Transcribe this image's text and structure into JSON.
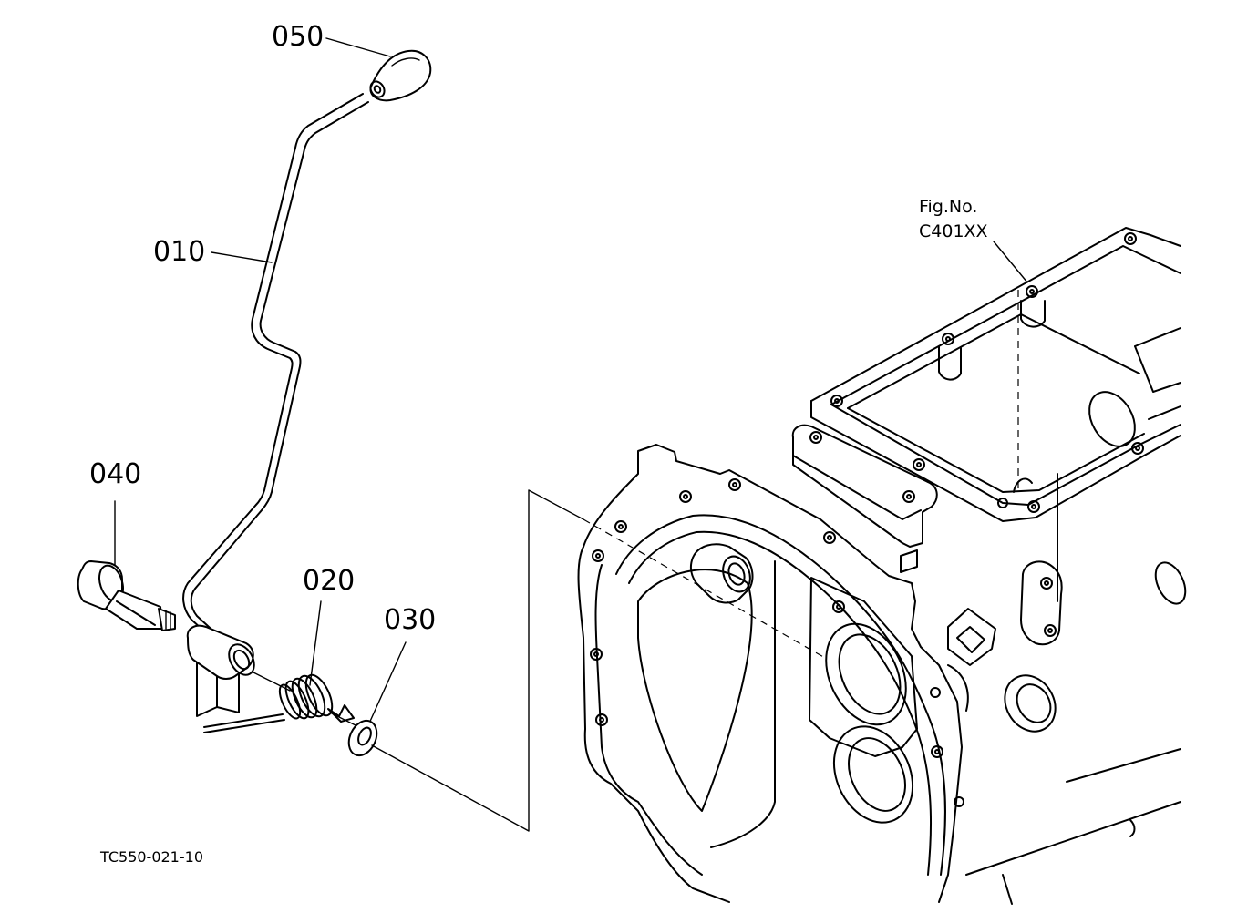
{
  "diagram": {
    "part_labels": [
      {
        "id": "p050",
        "text": "050"
      },
      {
        "id": "p010",
        "text": "010"
      },
      {
        "id": "p040",
        "text": "040"
      },
      {
        "id": "p020",
        "text": "020"
      },
      {
        "id": "p030",
        "text": "030"
      }
    ],
    "figure_ref": {
      "line1": "Fig.No.",
      "line2": "C401XX"
    },
    "drawing_id": "TC550-021-10"
  }
}
